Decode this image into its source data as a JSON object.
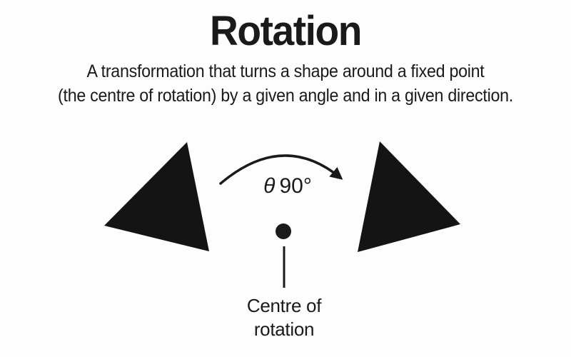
{
  "title": "Rotation",
  "subtitle": {
    "line1": "A transformation that turns a shape around a fixed point",
    "line2": "(the centre of rotation) by a given angle and in a given direction."
  },
  "diagram": {
    "angle_label": {
      "theta": "θ",
      "value": "90°"
    },
    "centre_label": {
      "line1": "Centre of",
      "line2": "rotation"
    },
    "colors": {
      "ink": "#1a1a1a",
      "shape": "#141414",
      "background": "#fdfdfd"
    }
  }
}
